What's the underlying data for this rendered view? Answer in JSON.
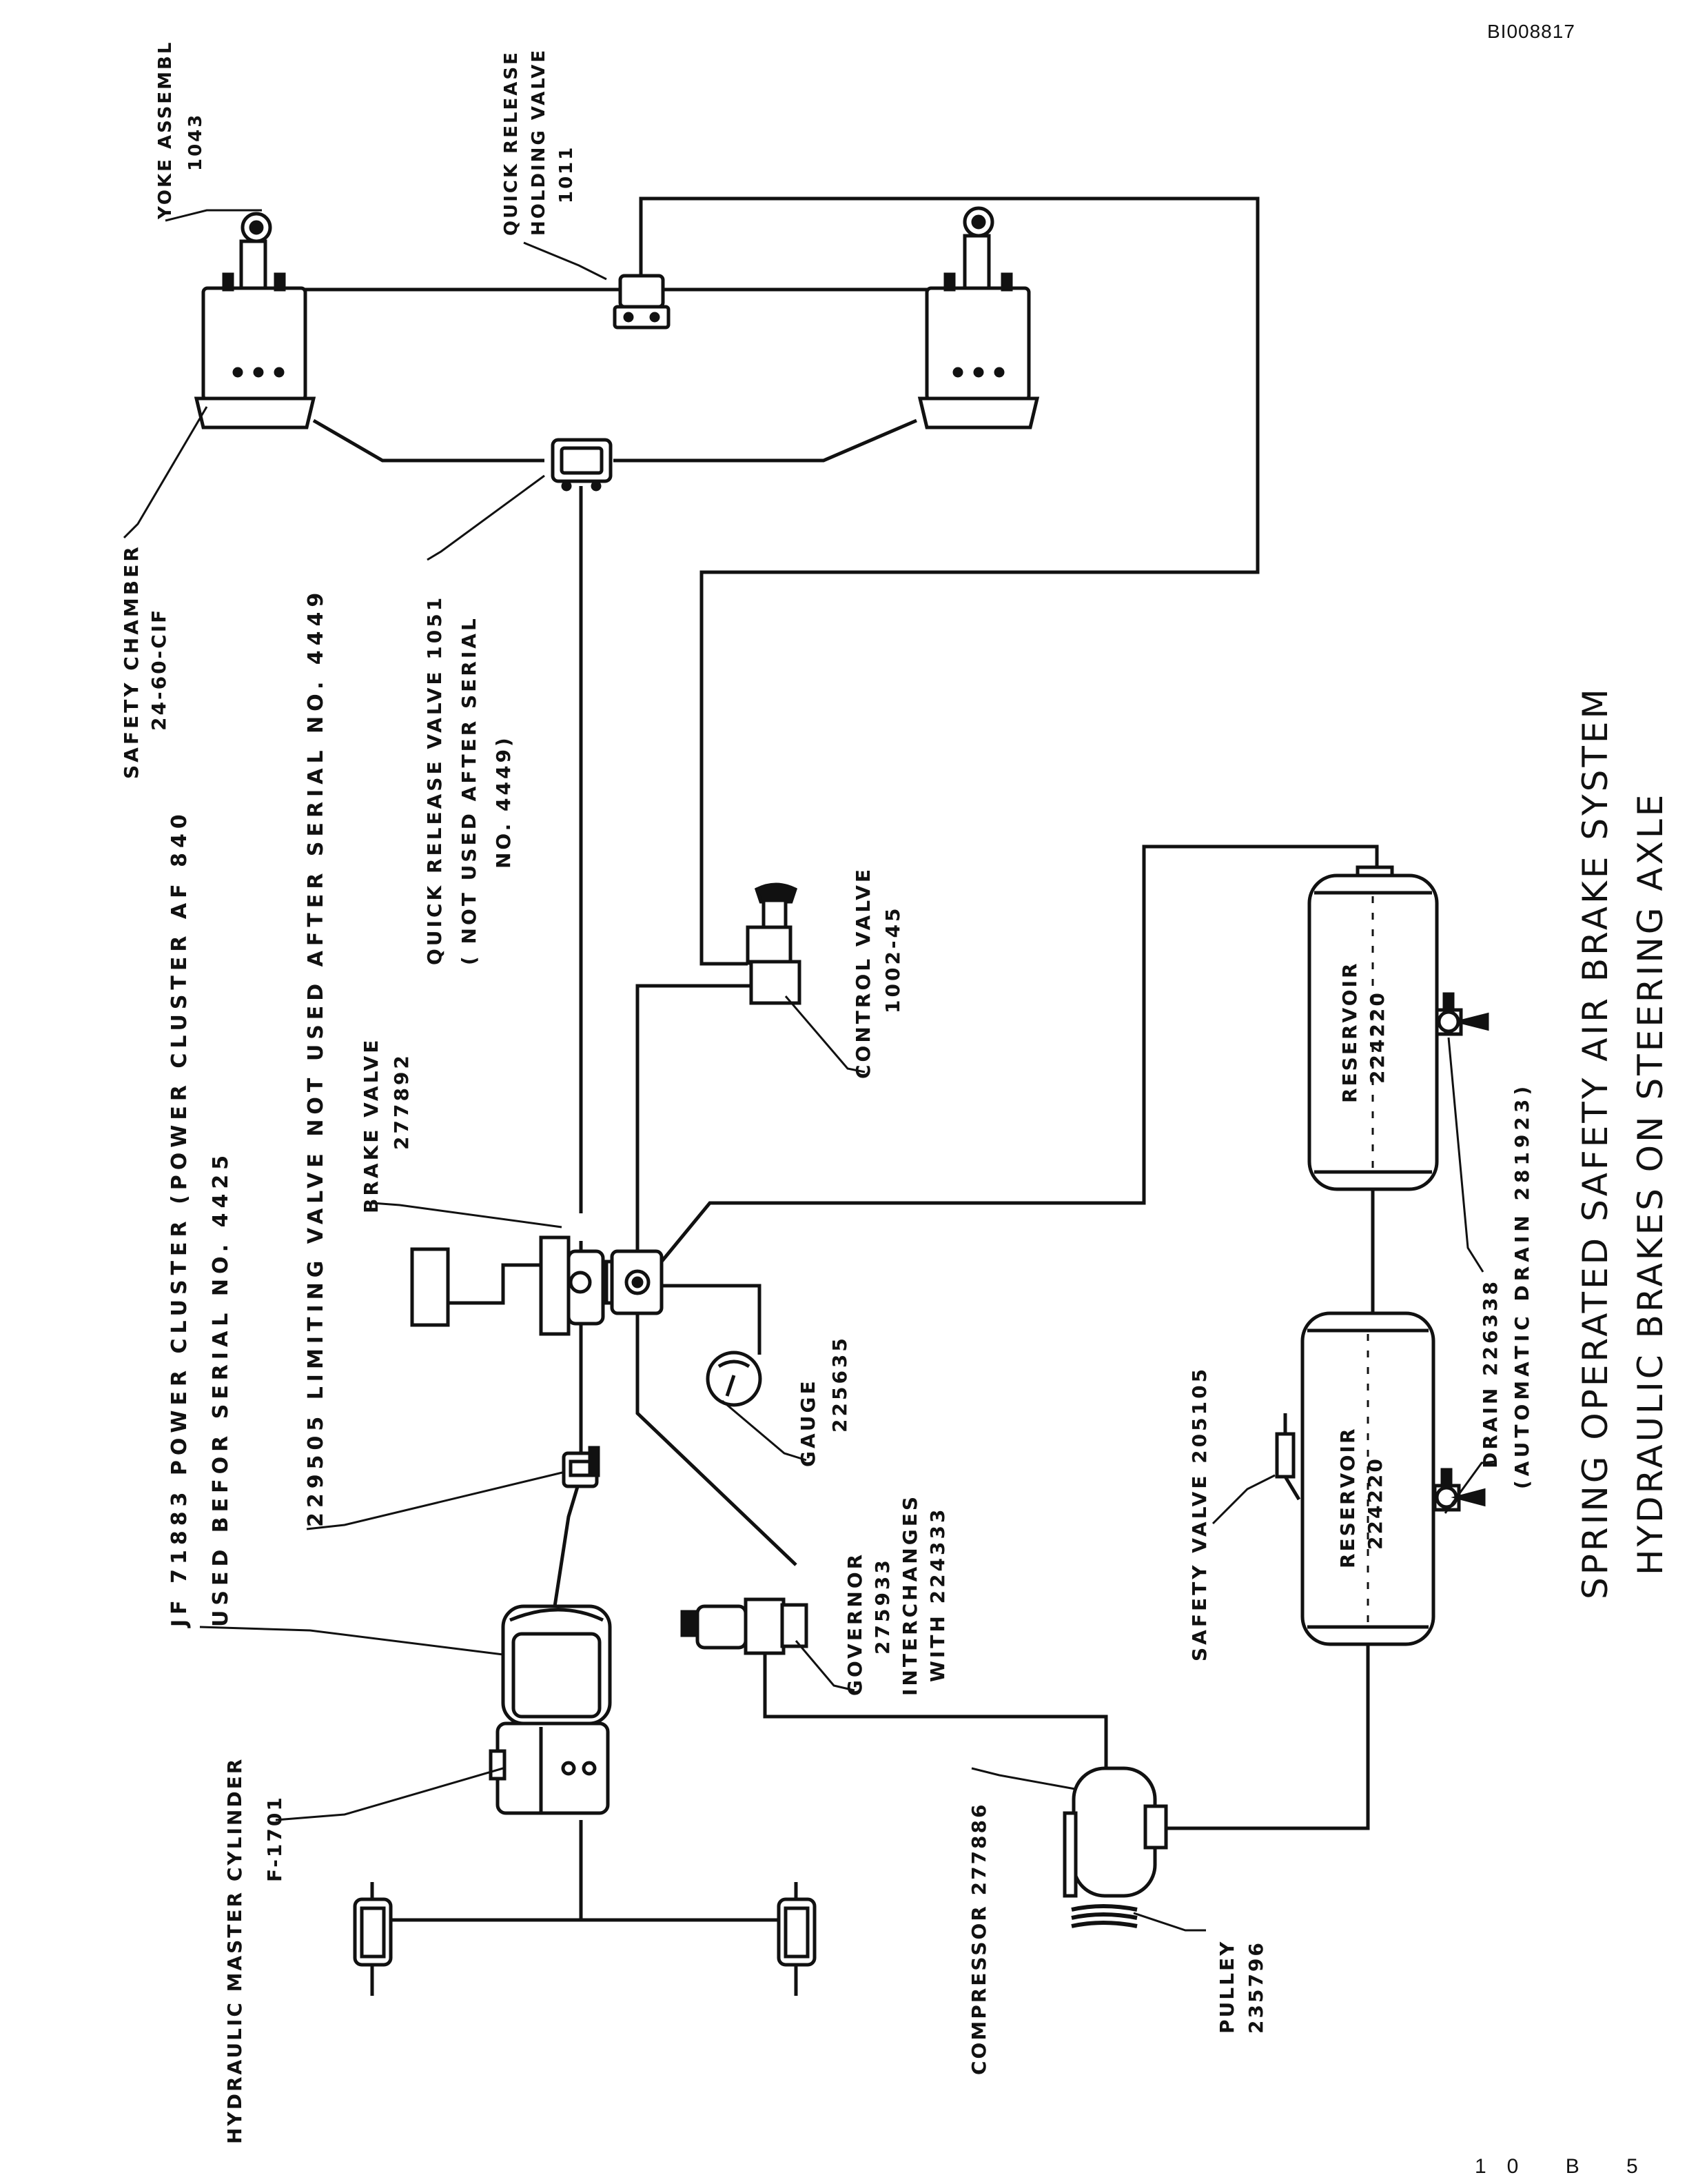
{
  "document_id": "BI008817",
  "page_mark": "10 B 5",
  "title_line1": "SPRING OPERATED SAFETY AIR BRAKE SYSTEM",
  "title_line2": "HYDRAULIC BRAKES ON STEERING AXLE",
  "labels": {
    "yoke_name": "YOKE ASSEMBL",
    "yoke_num": "1043",
    "qrhv_l1": "QUICK RELEASE",
    "qrhv_l2": "HOLDING VALVE",
    "qrhv_num": "1011",
    "safety_chamber_name": "SAFETY CHAMBER",
    "safety_chamber_num": "24-60-CIF",
    "qrv_l1": "QUICK RELEASE VALVE 1051",
    "qrv_l2": "( NOT USED AFTER SERIAL",
    "qrv_l3": "NO. 4449)",
    "power_cluster_l1": "JF 71883 POWER CLUSTER (POWER CLUSTER AF 840",
    "power_cluster_l2": "USED BEFOR SERIAL NO. 4425",
    "limiting_valve": "229505 LIMITING VALVE NOT USED AFTER SERIAL NO. 4449",
    "brake_valve_name": "BRAKE VALVE",
    "brake_valve_num": "277892",
    "control_valve_name": "CONTROL VALVE",
    "control_valve_num": "1002-45",
    "gauge_name": "GAUGE",
    "gauge_num": "225635",
    "governor_l1": "GOVERNOR",
    "governor_l2": "275933",
    "governor_l3": "INTERCHANGES",
    "governor_l4": "WITH 224333",
    "reservoir_name": "RESERVOIR",
    "reservoir_num_top": "224220",
    "reservoir_num_bottom": "224220",
    "drain_l1": "DRAIN 226338",
    "drain_l2": "(AUTOMATIC DRAIN 281923)",
    "safety_valve": "SAFETY VALVE 205105",
    "hyd_master_name": "HYDRAULIC MASTER CYLINDER",
    "hyd_master_num": "F-1701",
    "compressor": "COMPRESSOR 277886",
    "pulley_name": "PULLEY",
    "pulley_num": "235796"
  }
}
